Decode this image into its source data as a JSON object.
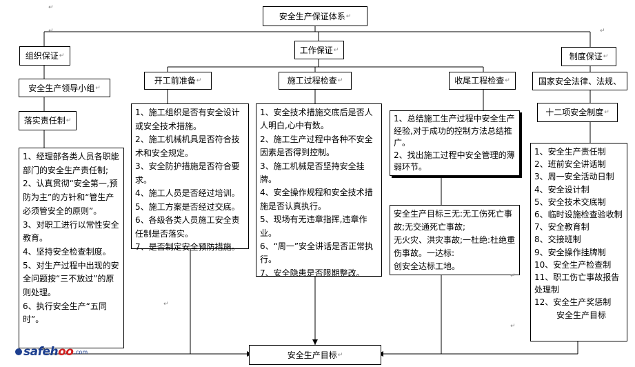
{
  "root": {
    "title": "安全生产保证体系"
  },
  "branches": {
    "org": {
      "title": "组织保证"
    },
    "work": {
      "title": "工作保证"
    },
    "system": {
      "title": "制度保证"
    }
  },
  "org": {
    "leader": "安全生产领导小组",
    "duty": "落实责任制",
    "items": [
      "1、经理部各类人员各职能部门的安全生产责任制;",
      "2、认真贯彻“安全第一,预防为主”的方针和“管生产必须管安全的原则”。",
      "3、对职工进行以常性安全教育。",
      "4、坚持安全检查制度。",
      "5、对生产过程中出现的安全问题按“三不放过”的原则处理。",
      "6、执行安全生产“五同时”。"
    ]
  },
  "work": {
    "pre": {
      "title": "开工前准备",
      "items": [
        "1、施工组织是否有安全设计或安全技术措施。",
        "2、施工机械机具是否符合技术和安全规定。",
        "3、安全防护措施是否符合要求。",
        "4、施工人员是否经过培训。",
        "5、施工方案是否经过交底。",
        "6、各级各类人员施工安全责任制是否落实。",
        "7、是否制定安全预防措施。"
      ]
    },
    "process": {
      "title": "施工过程检查",
      "items": [
        "1、安全技术措施交底后是否人人明白,心中有数。",
        "2、施工生产过程中各种不安全因素是否得到控制。",
        "3、施工机械是否坚持安全挂牌。",
        "4、安全操作规程和安全技术措施是否认真执行。",
        "5、现场有无违章指挥,违章作业。",
        "6、“周一”安全讲话是否正常执行。",
        "7、安全隐患是否限期整改。"
      ]
    },
    "final": {
      "title": "收尾工程检查",
      "items": [
        "1、总结施工生产过程中安全生产经验,对于成功的控制方法总结推广。",
        "2、找出施工过程中安全管理的薄弱环节。"
      ],
      "goal_lines": [
        "安全生产目标三无:无工伤死亡事故;无交通死亡事故;",
        "无火灾、洪灾事故;一杜绝:杜绝重伤事故。一达标:",
        "创安全达标工地。"
      ]
    }
  },
  "system": {
    "laws": "国家安全法律、法规、",
    "twelve": "十二项安全制度",
    "items": [
      "1、安全生产责任制",
      "2、班前安全讲话制",
      "3、周一安全活动日制",
      "4、安全设计制",
      "5、安全技术交底制",
      "6、临时设施检查验收制",
      "7、安全教育制",
      "8、交接班制",
      "9、安全操作挂牌制",
      "10、安全生产检查制",
      "11、职工伤亡事故报告处理制",
      "12、安全生产奖惩制"
    ],
    "footer": "安全生产目标"
  },
  "goal": {
    "title": "安全生产目标"
  },
  "logo": {
    "word_a": "safeh",
    "word_b": "oo",
    "tld": ".com"
  },
  "colors": {
    "line": "#000000",
    "logo_blue": "#1d3f8f",
    "logo_red": "#d02020"
  }
}
